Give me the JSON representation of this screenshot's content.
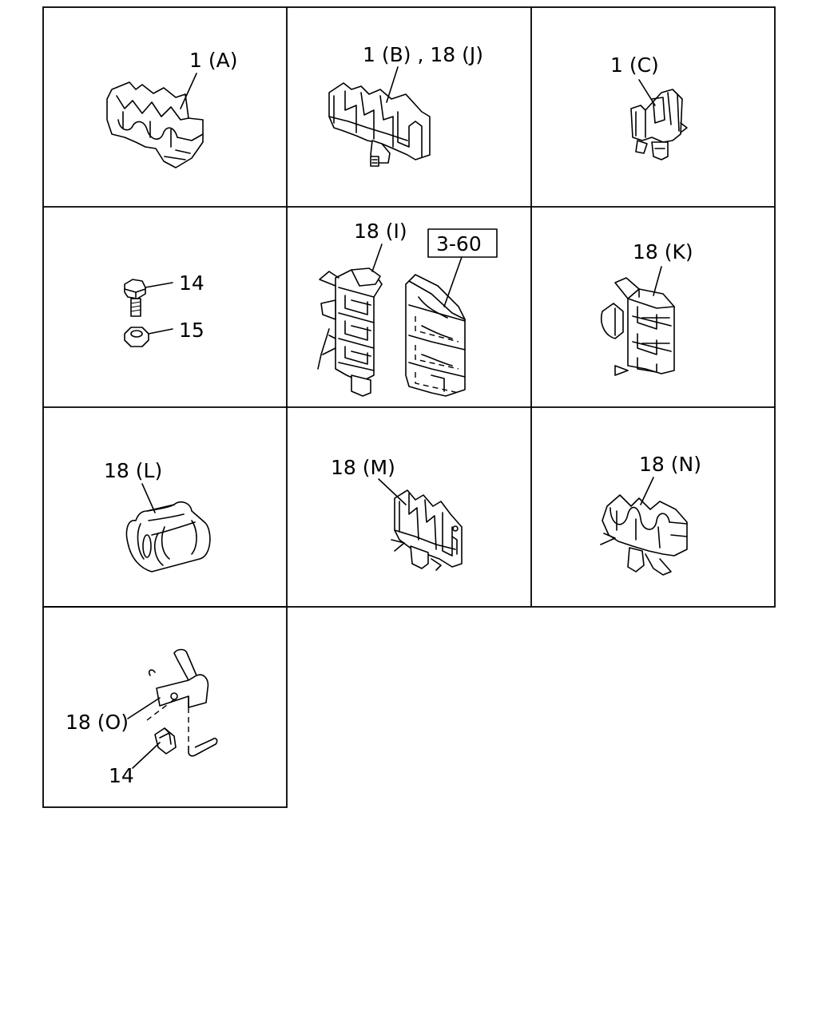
{
  "cells": [
    {
      "id": "1A",
      "labels": [
        "1 (A)"
      ]
    },
    {
      "id": "1B18J",
      "labels": [
        "1 (B) , 18 (J)"
      ]
    },
    {
      "id": "1C",
      "labels": [
        "1 (C)"
      ]
    },
    {
      "id": "14-15",
      "labels": [
        "14",
        "15"
      ]
    },
    {
      "id": "18I",
      "labels": [
        "18 (I)"
      ],
      "reference_box": "3-60"
    },
    {
      "id": "18K",
      "labels": [
        "18 (K)"
      ]
    },
    {
      "id": "18L",
      "labels": [
        "18 (L)"
      ]
    },
    {
      "id": "18M",
      "labels": [
        "18 (M)"
      ]
    },
    {
      "id": "18N",
      "labels": [
        "18 (N)"
      ]
    },
    {
      "id": "18O",
      "labels": [
        "18 (O)",
        "14"
      ]
    }
  ]
}
